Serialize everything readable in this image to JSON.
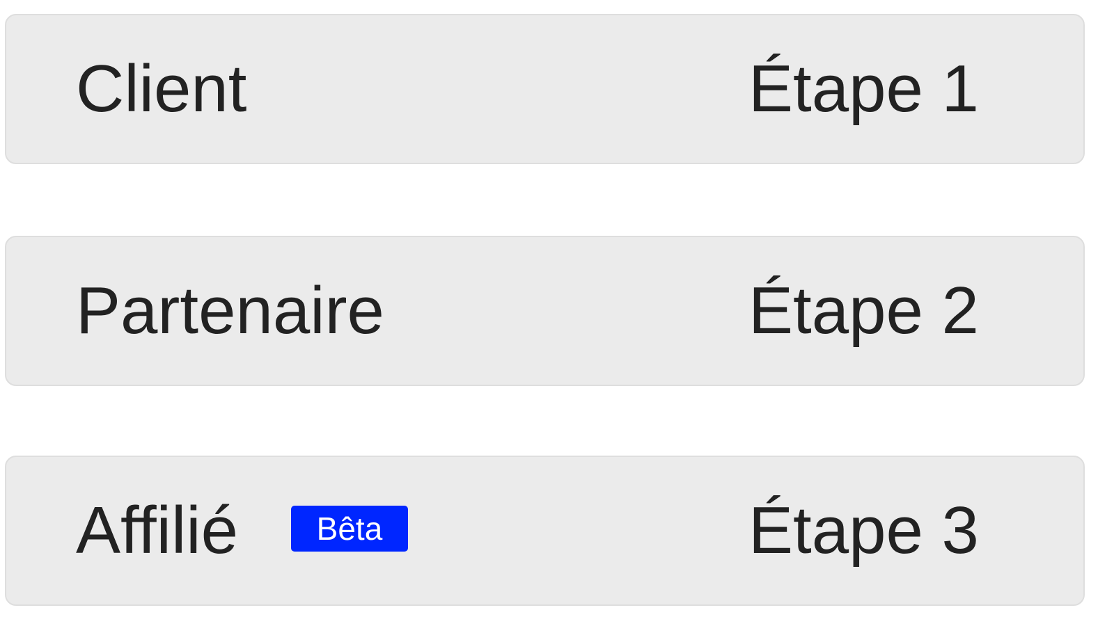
{
  "options": [
    {
      "name": "Client",
      "step": "Étape 1"
    },
    {
      "name": "Partenaire",
      "step": "Étape 2"
    },
    {
      "name": "Affilié",
      "step": "Étape 3",
      "badge": "Bêta"
    }
  ],
  "colors": {
    "card_background": "#ebebeb",
    "card_border": "#dedede",
    "text": "#222222",
    "badge_background": "#0026ff",
    "badge_text": "#ffffff"
  }
}
